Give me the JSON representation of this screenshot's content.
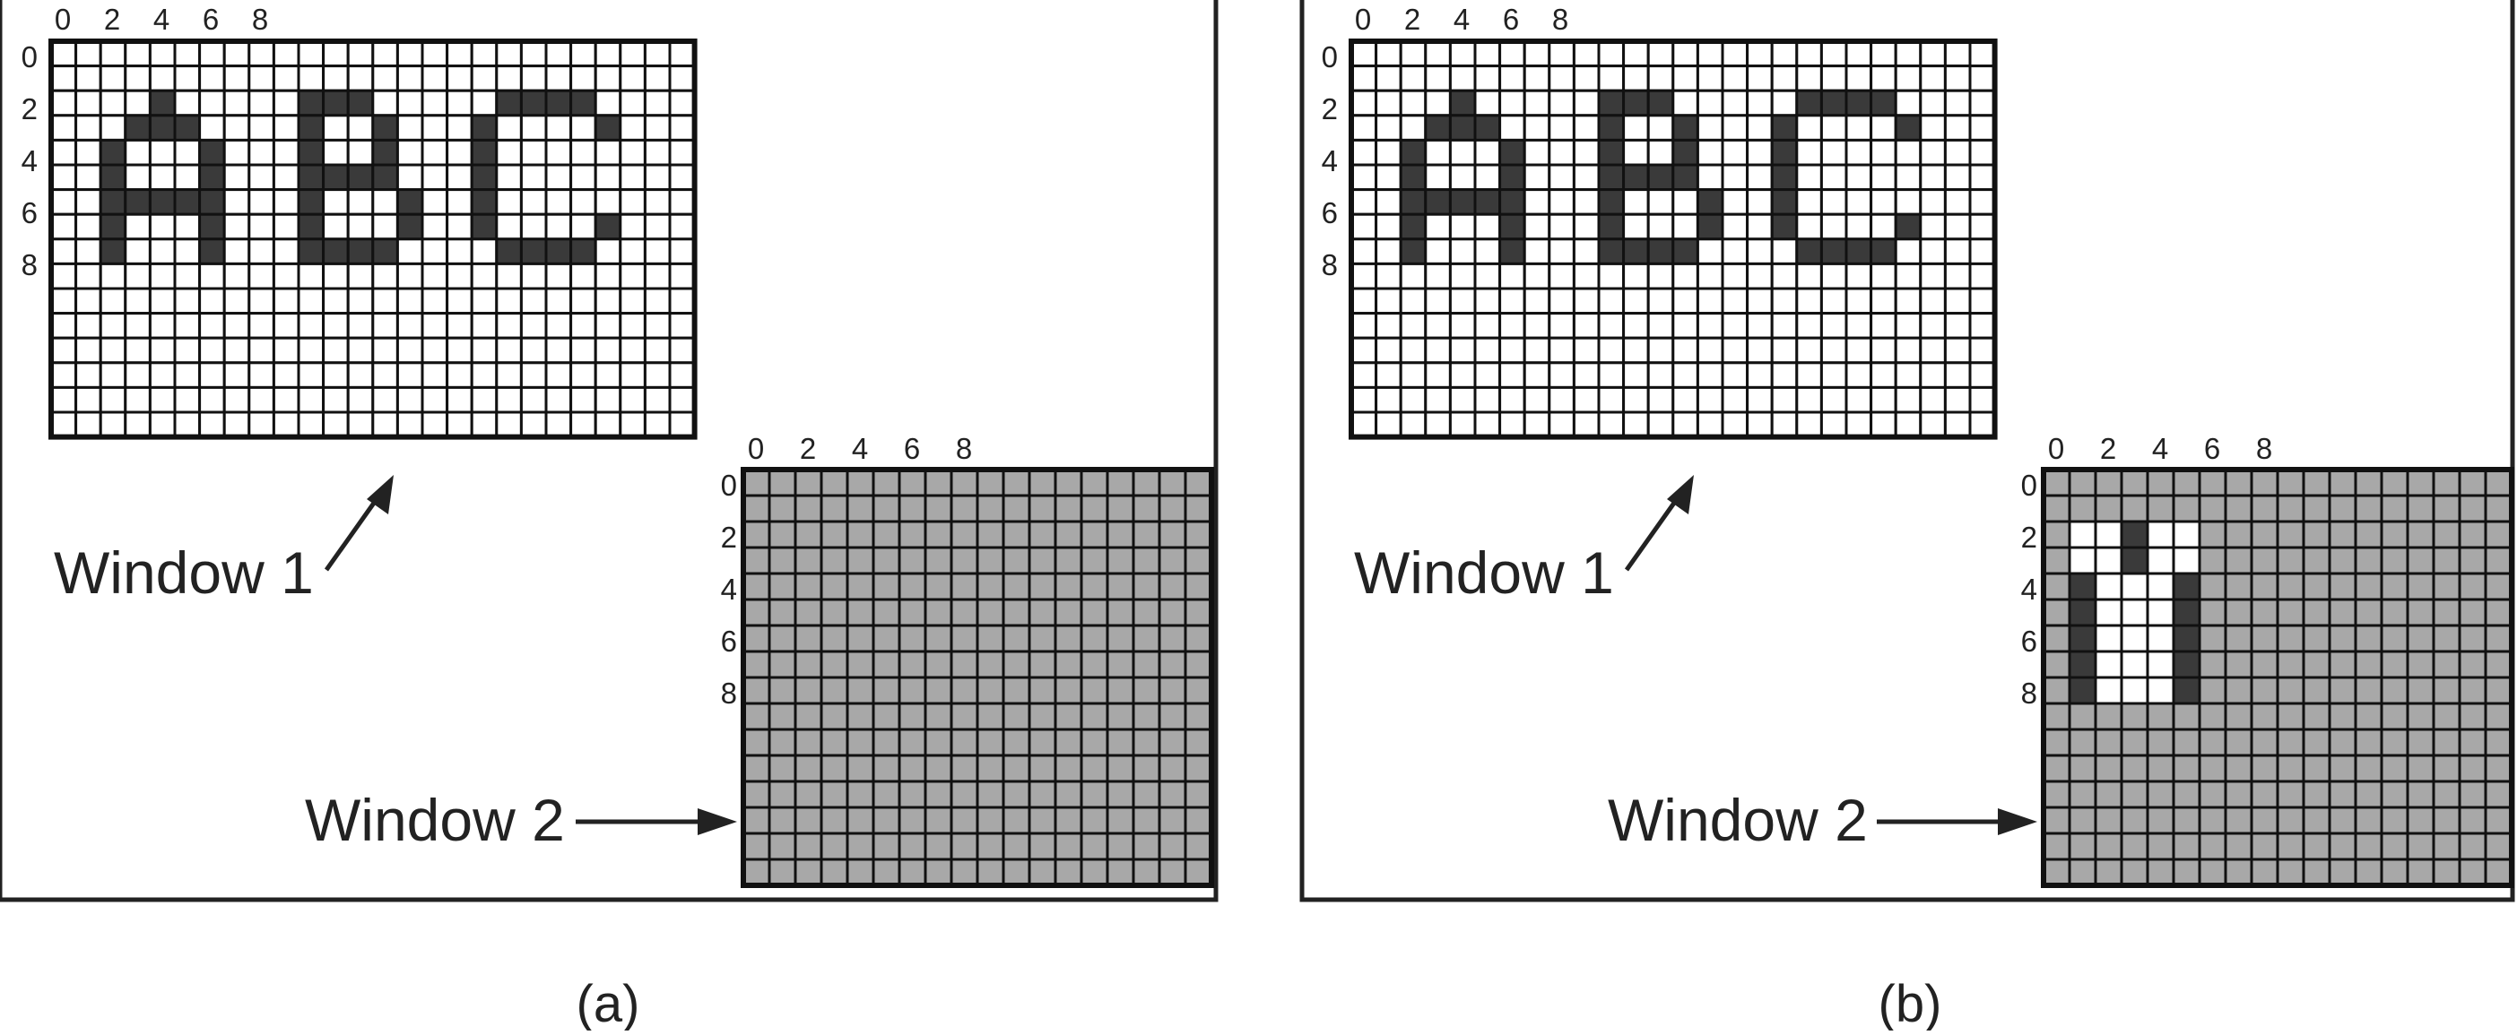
{
  "panels": [
    {
      "id": "a",
      "caption": "(a)",
      "window1": {
        "label": "Window 1",
        "cols": 26,
        "rows": 16,
        "col_ticks": [
          "0",
          "2",
          "4",
          "6",
          "8"
        ],
        "row_ticks": [
          "0",
          "2",
          "4",
          "6",
          "8"
        ],
        "fill_color": "#ffffff",
        "dark_cells": [
          [
            2,
            4
          ],
          [
            2,
            10
          ],
          [
            2,
            11
          ],
          [
            2,
            12
          ],
          [
            2,
            18
          ],
          [
            2,
            19
          ],
          [
            2,
            20
          ],
          [
            2,
            21
          ],
          [
            3,
            3
          ],
          [
            3,
            4
          ],
          [
            3,
            5
          ],
          [
            3,
            10
          ],
          [
            3,
            13
          ],
          [
            3,
            17
          ],
          [
            3,
            22
          ],
          [
            4,
            2
          ],
          [
            4,
            6
          ],
          [
            4,
            10
          ],
          [
            4,
            13
          ],
          [
            4,
            17
          ],
          [
            5,
            2
          ],
          [
            5,
            6
          ],
          [
            5,
            10
          ],
          [
            5,
            11
          ],
          [
            5,
            12
          ],
          [
            5,
            13
          ],
          [
            5,
            17
          ],
          [
            6,
            2
          ],
          [
            6,
            3
          ],
          [
            6,
            4
          ],
          [
            6,
            5
          ],
          [
            6,
            6
          ],
          [
            6,
            10
          ],
          [
            6,
            14
          ],
          [
            6,
            17
          ],
          [
            7,
            2
          ],
          [
            7,
            6
          ],
          [
            7,
            10
          ],
          [
            7,
            14
          ],
          [
            7,
            17
          ],
          [
            7,
            22
          ],
          [
            8,
            2
          ],
          [
            8,
            6
          ],
          [
            8,
            10
          ],
          [
            8,
            11
          ],
          [
            8,
            12
          ],
          [
            8,
            13
          ],
          [
            8,
            18
          ],
          [
            8,
            19
          ],
          [
            8,
            20
          ],
          [
            8,
            21
          ]
        ]
      },
      "window2": {
        "label": "Window 2",
        "cols": 18,
        "rows": 16,
        "col_ticks": [
          "0",
          "2",
          "4",
          "6",
          "8"
        ],
        "row_ticks": [
          "0",
          "2",
          "4",
          "6",
          "8"
        ],
        "fill_color": "#a8a8a8",
        "white_cells": [],
        "dark_cells": []
      }
    },
    {
      "id": "b",
      "caption": "(b)",
      "window1": {
        "label": "Window 1",
        "cols": 26,
        "rows": 16,
        "col_ticks": [
          "0",
          "2",
          "4",
          "6",
          "8"
        ],
        "row_ticks": [
          "0",
          "2",
          "4",
          "6",
          "8"
        ],
        "fill_color": "#ffffff",
        "dark_cells": [
          [
            2,
            4
          ],
          [
            2,
            10
          ],
          [
            2,
            11
          ],
          [
            2,
            12
          ],
          [
            2,
            18
          ],
          [
            2,
            19
          ],
          [
            2,
            20
          ],
          [
            2,
            21
          ],
          [
            3,
            3
          ],
          [
            3,
            4
          ],
          [
            3,
            5
          ],
          [
            3,
            10
          ],
          [
            3,
            13
          ],
          [
            3,
            17
          ],
          [
            3,
            22
          ],
          [
            4,
            2
          ],
          [
            4,
            6
          ],
          [
            4,
            10
          ],
          [
            4,
            13
          ],
          [
            4,
            17
          ],
          [
            5,
            2
          ],
          [
            5,
            6
          ],
          [
            5,
            10
          ],
          [
            5,
            11
          ],
          [
            5,
            12
          ],
          [
            5,
            13
          ],
          [
            5,
            17
          ],
          [
            6,
            2
          ],
          [
            6,
            3
          ],
          [
            6,
            4
          ],
          [
            6,
            5
          ],
          [
            6,
            6
          ],
          [
            6,
            10
          ],
          [
            6,
            14
          ],
          [
            6,
            17
          ],
          [
            7,
            2
          ],
          [
            7,
            6
          ],
          [
            7,
            10
          ],
          [
            7,
            14
          ],
          [
            7,
            17
          ],
          [
            7,
            22
          ],
          [
            8,
            2
          ],
          [
            8,
            6
          ],
          [
            8,
            10
          ],
          [
            8,
            11
          ],
          [
            8,
            12
          ],
          [
            8,
            13
          ],
          [
            8,
            18
          ],
          [
            8,
            19
          ],
          [
            8,
            20
          ],
          [
            8,
            21
          ]
        ]
      },
      "window2": {
        "label": "Window 2",
        "cols": 18,
        "rows": 16,
        "col_ticks": [
          "0",
          "2",
          "4",
          "6",
          "8"
        ],
        "row_ticks": [
          "0",
          "2",
          "4",
          "6",
          "8"
        ],
        "fill_color": "#a8a8a8",
        "white_cells": [
          [
            2,
            1
          ],
          [
            2,
            2
          ],
          [
            2,
            4
          ],
          [
            2,
            5
          ],
          [
            3,
            1
          ],
          [
            3,
            2
          ],
          [
            3,
            4
          ],
          [
            3,
            5
          ],
          [
            4,
            2
          ],
          [
            4,
            3
          ],
          [
            4,
            4
          ],
          [
            5,
            2
          ],
          [
            5,
            3
          ],
          [
            5,
            4
          ],
          [
            6,
            2
          ],
          [
            6,
            3
          ],
          [
            6,
            4
          ],
          [
            7,
            2
          ],
          [
            7,
            3
          ],
          [
            7,
            4
          ],
          [
            8,
            2
          ],
          [
            8,
            3
          ],
          [
            8,
            4
          ]
        ],
        "dark_cells": [
          [
            2,
            3
          ],
          [
            3,
            3
          ],
          [
            4,
            1
          ],
          [
            4,
            5
          ],
          [
            5,
            1
          ],
          [
            5,
            5
          ],
          [
            6,
            1
          ],
          [
            6,
            5
          ],
          [
            7,
            1
          ],
          [
            7,
            5
          ],
          [
            8,
            1
          ],
          [
            8,
            5
          ]
        ]
      }
    }
  ]
}
